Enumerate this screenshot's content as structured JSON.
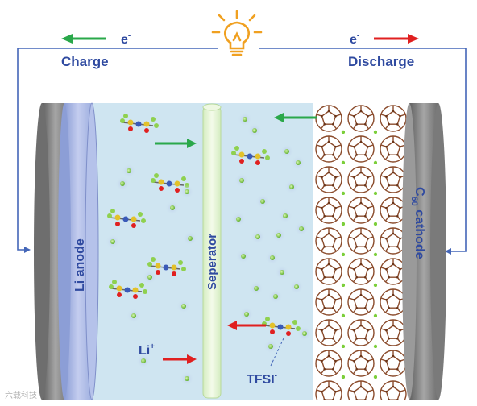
{
  "labels": {
    "charge": "Charge",
    "discharge": "Discharge",
    "electron": "e",
    "electron_sup": "-",
    "anode": "Li anode",
    "separator": "Seperator",
    "cathode_pre": "C",
    "cathode_sub": "60",
    "cathode_post": " cathode",
    "li_ion": "Li",
    "li_sup": "+",
    "tfsi": "TFSI",
    "tfsi_sup": "-",
    "watermark": "六载科技"
  },
  "colors": {
    "wire": "#4466b8",
    "label": "#2f4aa0",
    "electrolyte": "#cfe5f1",
    "anode": "#aab8e0",
    "separator": "#e6f3d8",
    "collector": "#8a8a8a",
    "c60": "#8a4a2a",
    "green_arrow": "#2aa84a",
    "red_arrow": "#e02020",
    "li_ion": "#7ccf3a",
    "bulb": "#f0a020"
  }
}
